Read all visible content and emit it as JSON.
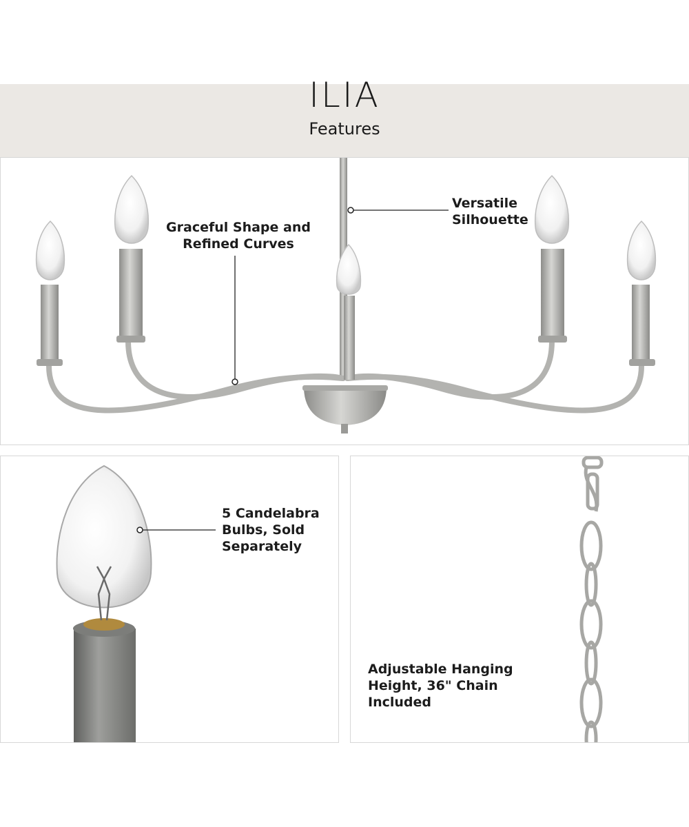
{
  "header": {
    "brand": "ILIA",
    "subtitle": "Features"
  },
  "features": {
    "shape": {
      "line1": "Graceful Shape and",
      "line2": "Refined Curves"
    },
    "silhouette": {
      "line1": "Versatile",
      "line2": "Silhouette"
    },
    "bulbs": {
      "line1": "5 Candelabra",
      "line2": "Bulbs, Sold",
      "line3": "Separately"
    },
    "chain": {
      "line1": "Adjustable Hanging",
      "line2": "Height, 36\" Chain",
      "line3": "Included"
    }
  },
  "colors": {
    "band": "#ebe8e4",
    "metal": "#b9b9b6",
    "metal_dark": "#8a8a87",
    "text": "#1c1c1c"
  }
}
